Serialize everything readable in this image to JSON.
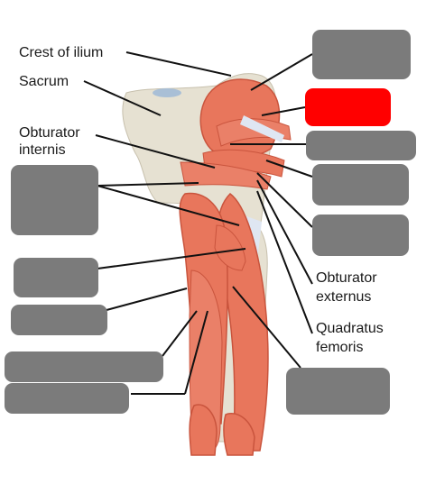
{
  "diagram": {
    "labels": {
      "crest_of_ilium": "Crest of ilium",
      "sacrum": "Sacrum",
      "obturator_internis_line1": "Obturator",
      "obturator_internis_line2": "internis",
      "obturator_externus_line1": "Obturator",
      "obturator_externus_line2": "externus",
      "quadratus_femoris_line1": "Quadratus",
      "quadratus_femoris_line2": "femoris"
    },
    "hidden_label_boxes": 10,
    "highlighted_boxes": 1,
    "colors": {
      "muscle": "#e8765c",
      "muscle_dark": "#c9543d",
      "bone": "#e6e1d2",
      "tendon": "#dfe6f2",
      "label_box": "#7b7b7b",
      "highlight_box": "#ff0000",
      "leader_line": "#111111"
    }
  }
}
